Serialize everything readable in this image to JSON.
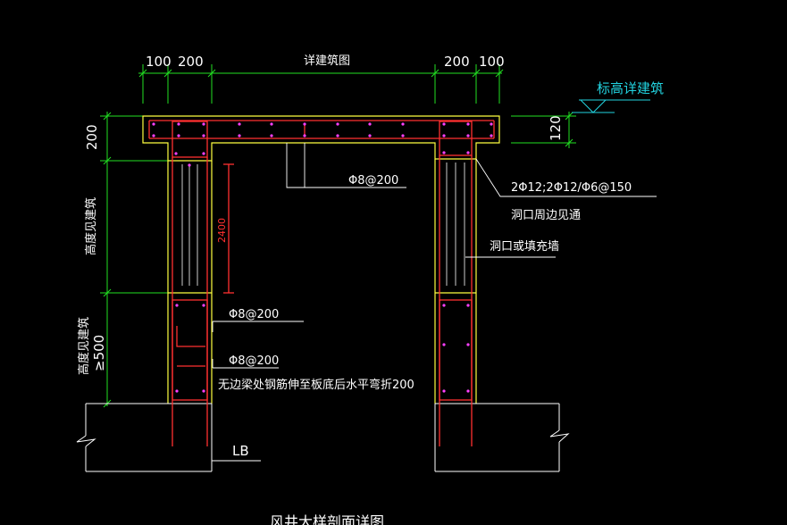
{
  "dimensions": {
    "top_left_1": "100",
    "top_left_2": "200",
    "top_center": "详建筑图",
    "top_right_1": "200",
    "top_right_2": "100",
    "left_top": "200",
    "right_slab": "120",
    "opening_height": "2400",
    "left_mid": "高度见建筑",
    "left_bottom_a": "高度见建筑",
    "left_bottom_b": "≥500"
  },
  "labels": {
    "elevation": "标高详建筑",
    "slab_bars": "Φ8@200",
    "edge_beam": "2Φ12;2Φ12/Φ6@150",
    "edge_beam_note": "洞口周边见通",
    "infill_wall": "洞口或填充墙",
    "col_bar_1": "Φ8@200",
    "col_bar_2": "Φ8@200",
    "anchor_note": "无边梁处钢筋伸至板底后水平弯折200",
    "base": "LB",
    "title": "风井大样剖面详图"
  },
  "colors": {
    "background": "#000000",
    "concrete_outline": "#ffff40",
    "rebar": "#ff3030",
    "dimension_line": "#22e022",
    "leader_line": "#ffffff",
    "stirrup_dots": "#ff40ff",
    "elevation_mark": "#22d3e0"
  }
}
